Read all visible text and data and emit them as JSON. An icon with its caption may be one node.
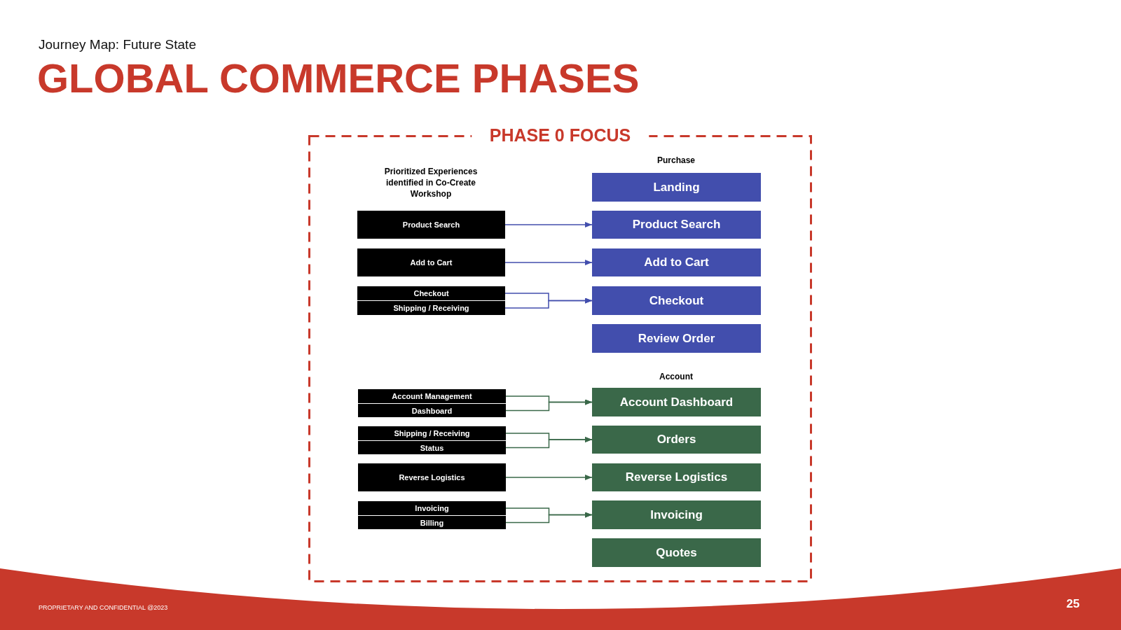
{
  "diagram": {
    "title": "GLOBAL COMMERCE PHASES",
    "nodes": [
      {
        "text": [
          "PHASE 0 FOCUS"
        ]
      },
      {
        "text": [
          "Landing"
        ],
        "in": 0
      },
      {
        "text": [
          "Product Search"
        ],
        "in": 0
      },
      {
        "text": [
          "Product Search"
        ],
        "in": 0
      },
      {
        "text": [
          "Add to Cart"
        ],
        "in": 0
      },
      {
        "text": [
          "Add to Cart"
        ],
        "in": 0
      },
      {
        "text": [
          "Checkout"
        ],
        "in": 0
      },
      {
        "text": [
          "Shipping / Receiving"
        ],
        "in": 0
      },
      {
        "text": [
          "Checkout"
        ],
        "in": 0
      },
      {
        "text": [
          "Review Order"
        ],
        "in": 0
      },
      {
        "text": [
          "Account Management"
        ],
        "in": 0
      },
      {
        "text": [
          "Dashboard"
        ],
        "in": 0
      },
      {
        "text": [
          "Account Dashboard"
        ],
        "in": 0
      },
      {
        "text": [
          "Shipping / Receiving"
        ],
        "in": 0
      },
      {
        "text": [
          "Status"
        ],
        "in": 0
      },
      {
        "text": [
          "Orders"
        ],
        "in": 0
      },
      {
        "text": [
          "Reverse Logistics"
        ],
        "in": 0
      },
      {
        "text": [
          "Reverse Logistics"
        ],
        "in": 0
      },
      {
        "text": [
          "Invoicing"
        ],
        "in": 0
      },
      {
        "text": [
          "Billing"
        ],
        "in": 0
      },
      {
        "text": [
          "Invoicing"
        ],
        "in": 0
      },
      {
        "text": [
          "Quotes"
        ],
        "in": 0
      }
    ],
    "edges": [
      {
        "from": 2,
        "to": 3,
        "arrow": "to",
        "color": "#424ead"
      },
      {
        "from": 4,
        "to": 5,
        "arrow": "to",
        "color": "#424ead"
      },
      {
        "from": 6,
        "to": 8,
        "arrow": "to",
        "color": "#424ead"
      },
      {
        "from": 7,
        "to": 8,
        "arrow": "to",
        "color": "#424ead"
      },
      {
        "from": 10,
        "to": 12,
        "arrow": "to"
      },
      {
        "from": 11,
        "to": 12,
        "arrow": "to"
      },
      {
        "from": 13,
        "to": 15,
        "arrow": "to"
      },
      {
        "from": 14,
        "to": 15,
        "arrow": "to"
      },
      {
        "from": 16,
        "to": 17,
        "arrow": "to"
      },
      {
        "from": 18,
        "to": 20,
        "arrow": "to"
      },
      {
        "from": 19,
        "to": 20,
        "arrow": "to"
      }
    ],
    "labels": [
      "Journey Map: Future State",
      "Purchase",
      "Prioritized Experiences identified in Co-Create Workshop",
      "Account",
      "PROPRIETARY AND CONFIDENTIAL @2023",
      "25"
    ]
  }
}
